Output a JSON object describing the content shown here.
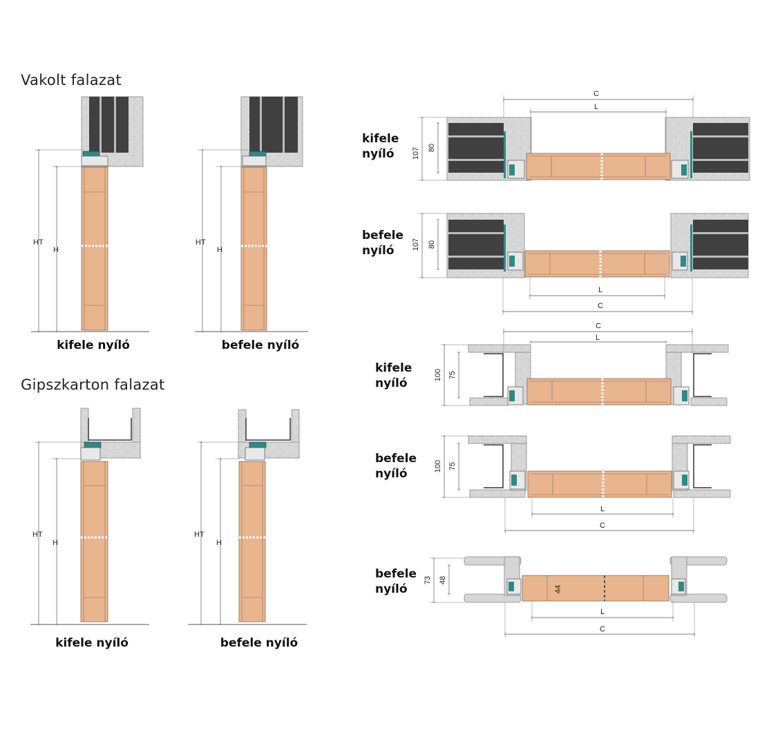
{
  "sections": {
    "plaster_title": "Vakolt falazat",
    "drywall_title": "Gipszkarton falazat"
  },
  "captions": {
    "outward": "kifele nyíló",
    "inward": "befele nyíló"
  },
  "side_labels": {
    "outward_line1": "kifele",
    "inward_line1": "befele",
    "line2": "nyíló"
  },
  "dimensions": {
    "ht": "HT",
    "h": "H",
    "c": "C",
    "l": "L",
    "d107": "107",
    "d80": "80",
    "d100": "100",
    "d75": "75",
    "d73": "73",
    "d48": "48",
    "d44": "44"
  },
  "colors": {
    "wall": "#d5d5d5",
    "panel": "#404040",
    "door": "#e8b58f",
    "seal": "#2e8a82"
  }
}
